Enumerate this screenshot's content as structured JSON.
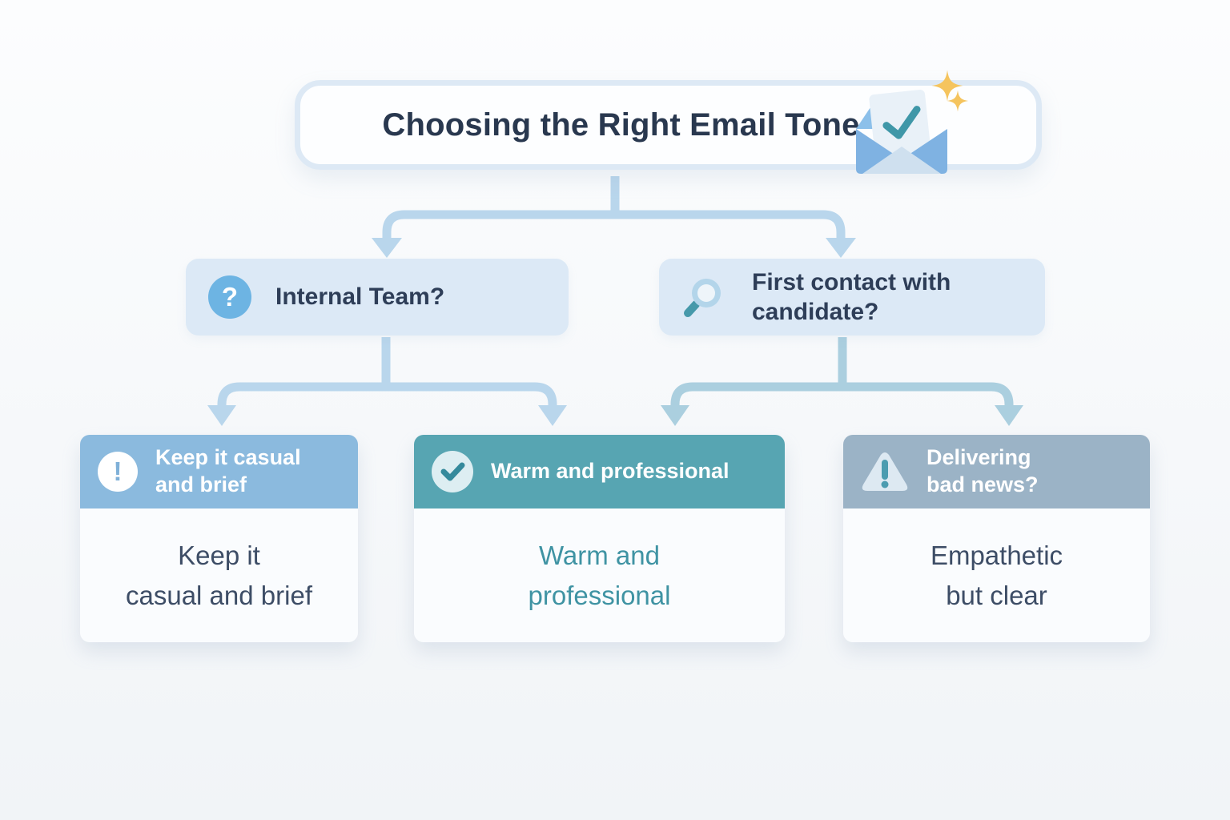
{
  "title": {
    "text": "Choosing the Right Email Tone",
    "icon": "envelope-check-icon"
  },
  "decisions": [
    {
      "id": "internal-team",
      "icon": "question-icon",
      "label": "Internal Team?"
    },
    {
      "id": "first-contact",
      "icon": "magnifier-icon",
      "label": "First contact with\ncandidate?"
    }
  ],
  "outcomes": [
    {
      "id": "casual",
      "icon": "exclamation-circle-icon",
      "header": "Keep it casual\nand brief",
      "body": "Keep it\ncasual and brief",
      "header_color": "#8bbade",
      "body_text_color": "#3d4d66"
    },
    {
      "id": "warm-professional",
      "icon": "check-circle-icon",
      "header": "Warm and professional",
      "body": "Warm and\nprofessional",
      "header_color": "#57a5b2",
      "body_text_color": "#3f93a3"
    },
    {
      "id": "bad-news",
      "icon": "warning-triangle-icon",
      "header": "Delivering\nbad news?",
      "body": "Empathetic\nbut clear",
      "header_color": "#9bb3c6",
      "body_text_color": "#3d4d66"
    }
  ],
  "colors": {
    "background_top": "#fcfdfe",
    "background_bottom": "#f1f4f7",
    "title_text": "#29384f",
    "box_border": "#dde9f5",
    "decision_bg": "#dce9f6",
    "decision_text": "#2e3e58",
    "connector": "#b9d6ec",
    "connector_right": "#abcfdf",
    "question_icon_bg": "#6db4e3",
    "magnifier_teal": "#4699aa",
    "magnifier_ring": "#b3d5ea",
    "exclaim_color": "#7fb0d8",
    "check_color": "#358a9c",
    "warning_mark": "#4b9cb0",
    "sparkle": "#f5c45e",
    "envelope_blue": "#7fb2e2",
    "envelope_flap": "#8cc0ea",
    "envelope_fold": "#cfe0ef",
    "envelope_paper": "#e9f1f8",
    "envelope_check": "#3f97a8"
  }
}
